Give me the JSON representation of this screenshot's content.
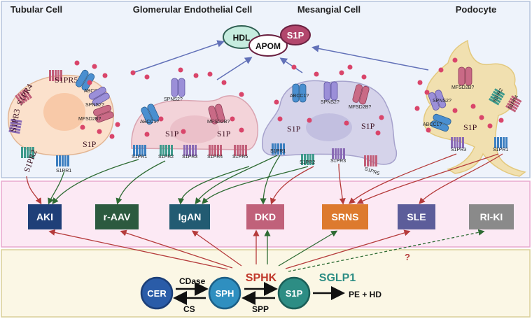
{
  "cell_headers": [
    "Tubular Cell",
    "Glomerular Endothelial Cell",
    "Mesangial Cell",
    "Podocyte"
  ],
  "complex": {
    "hdl": "HDL",
    "apom": "APOM",
    "s1p": "S1P"
  },
  "tubular": {
    "r1": "S1PR5",
    "r2": "S1PR4",
    "r3": "S1PR3",
    "r4": "S1PR2",
    "r5": "S1PR1",
    "t1": "ABCC1?",
    "t2": "SPNS2?",
    "t3": "MFSD2B?",
    "lig": "S1P"
  },
  "endo": {
    "t1": "SPNS2?",
    "t2": "ABCC1?",
    "t3": "MFSD2B?",
    "lig1": "S1P",
    "lig2": "S1P",
    "r1": "S1PR1",
    "r2": "S1PR2",
    "r3": "S1PR3",
    "r4": "S1PR4",
    "r5": "S1PR5"
  },
  "mes": {
    "t1": "ABCC1?",
    "t2": "SPNS2?",
    "t3": "MFSD2B?",
    "lig1": "S1P",
    "lig2": "S1P",
    "r1": "S1PR1",
    "r2": "S1PR2",
    "r3": "S1PR3",
    "r4": "S1PR5"
  },
  "pod": {
    "t1": "MFSD2B?",
    "t2": "SPNS2?",
    "t3": "ABCC1?",
    "lig": "S1P",
    "r1": "S1PR2",
    "r2": "S1PR4",
    "r3": "S1PR3",
    "r4": "S1PR1"
  },
  "diseases": [
    "AKI",
    "r-AAV",
    "IgAN",
    "DKD",
    "SRNS",
    "SLE",
    "RI-KI"
  ],
  "pathway": {
    "cer": "CER",
    "sph": "SPH",
    "s1p": "S1P",
    "sphk": "SPHK",
    "sglp1": "SGLP1",
    "cdase": "CDase",
    "cs": "CS",
    "spp": "SPP",
    "pehd": "PE + HD",
    "q": "?"
  },
  "colors": {
    "green": "#2e6b33",
    "red": "#b53b3b",
    "blue": "#6271b8",
    "gray": "#444444"
  }
}
